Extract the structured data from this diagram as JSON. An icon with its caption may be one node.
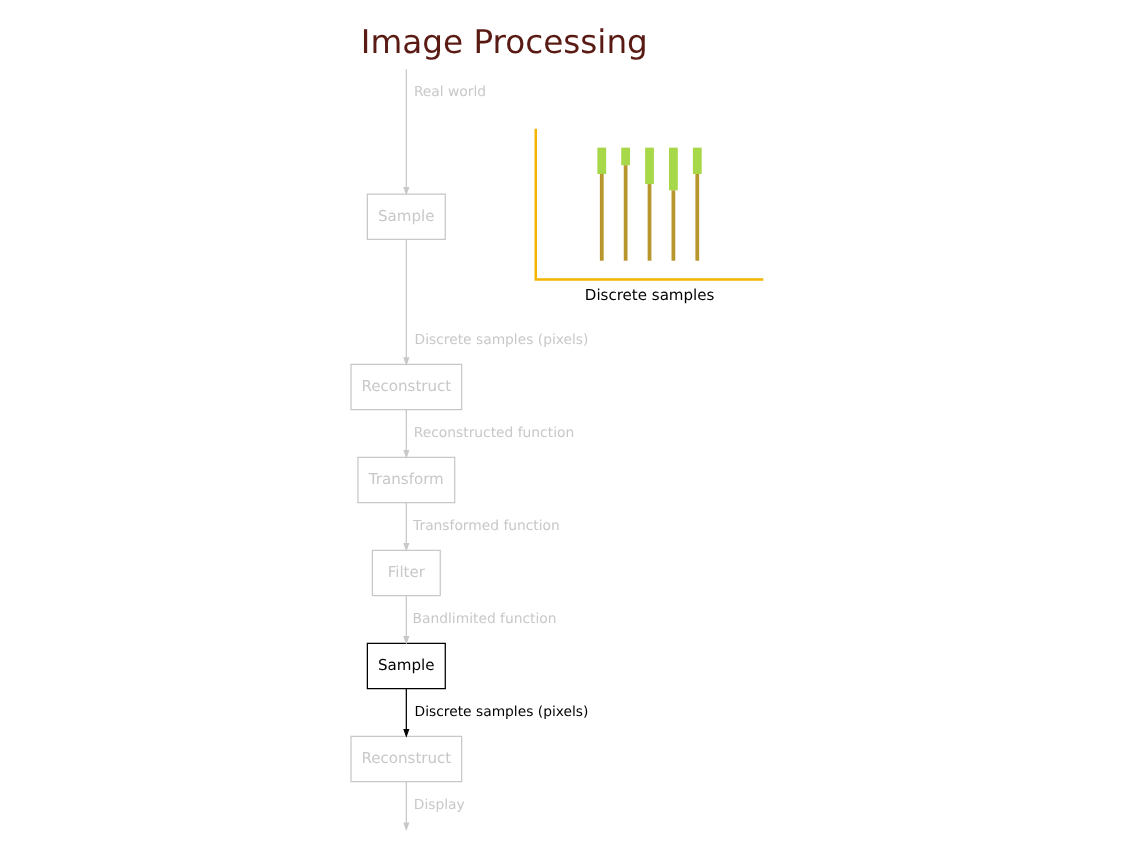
{
  "diagram": {
    "title": "Image Processing",
    "nodes": [
      {
        "text": [
          "Sample"
        ]
      },
      {
        "text": [
          "Reconstruct"
        ]
      },
      {
        "text": [
          "Transform"
        ]
      },
      {
        "text": [
          "Filter"
        ]
      },
      {
        "text": [
          "Sample"
        ]
      },
      {
        "text": [
          "Reconstruct"
        ]
      },
      {
        "text": [],
        "shape": "picture",
        "beside": [
          "Discrete samples"
        ]
      }
    ],
    "edges": [
      {
        "from": null,
        "to": 0,
        "arrow": "to",
        "label": "Real world"
      },
      {
        "from": 0,
        "to": 1,
        "arrow": "to",
        "label": "Discrete samples (pixels)"
      },
      {
        "from": 1,
        "to": 2,
        "arrow": "to",
        "label": "Reconstructed function"
      },
      {
        "from": 2,
        "to": 3,
        "arrow": "to",
        "label": "Transformed function"
      },
      {
        "from": 3,
        "to": 4,
        "arrow": "to",
        "label": "Bandlimited function"
      },
      {
        "from": 4,
        "to": 5,
        "arrow": "to",
        "label": "Discrete samples (pixels)",
        "color": "#000000"
      },
      {
        "from": 5,
        "to": null,
        "arrow": "to",
        "label": "Display"
      }
    ]
  }
}
